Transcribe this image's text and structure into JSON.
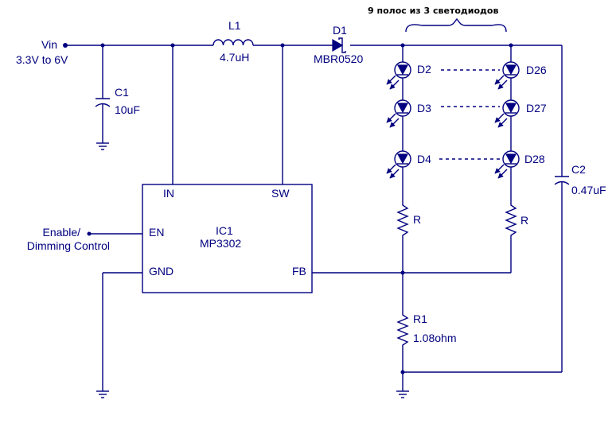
{
  "title": "9 полос из 3 светодиодов",
  "input": {
    "name": "Vin",
    "range": "3.3V to 6V"
  },
  "components": {
    "c1": {
      "ref": "C1",
      "value": "10uF"
    },
    "l1": {
      "ref": "L1",
      "value": "4.7uH"
    },
    "d1": {
      "ref": "D1",
      "value": "MBR0520"
    },
    "c2": {
      "ref": "C2",
      "value": "0.47uF"
    },
    "r1": {
      "ref": "R1",
      "value": "1.08ohm"
    },
    "r_left": {
      "ref": "R"
    },
    "r_right": {
      "ref": "R"
    },
    "ic1": {
      "ref": "IC1",
      "part": "MP3302",
      "pins": {
        "in": "IN",
        "sw": "SW",
        "en": "EN",
        "gnd": "GND",
        "fb": "FB"
      }
    }
  },
  "leds_left": [
    "D2",
    "D3",
    "D4"
  ],
  "leds_right": [
    "D26",
    "D27",
    "D28"
  ],
  "control": {
    "line1": "Enable/",
    "line2": "Dimming Control"
  },
  "colors": {
    "ink": "#000080",
    "background": "#ffffff"
  }
}
